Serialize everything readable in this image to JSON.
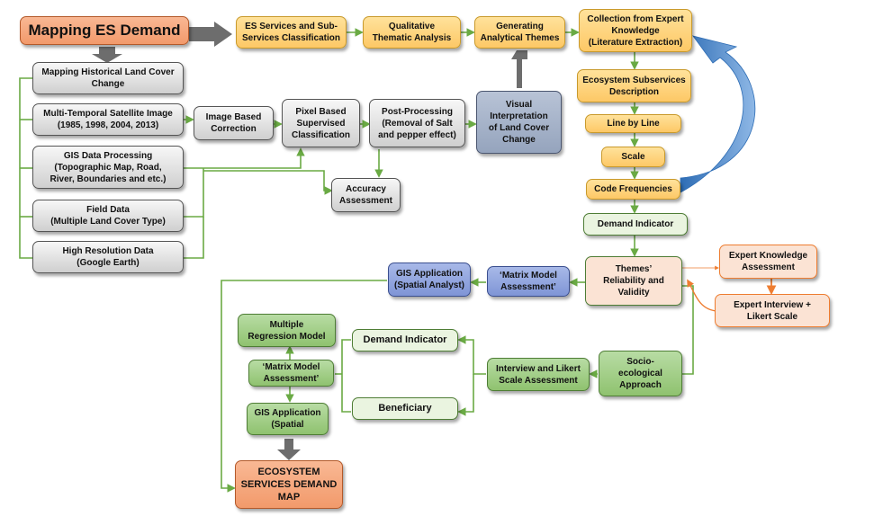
{
  "nodes": {
    "mapping_es_demand": "Mapping ES Demand",
    "es_services": "ES Services and Sub-\nServices Classification",
    "qualitative_analysis": "Qualitative\nThematic Analysis",
    "generating_themes": "Generating\nAnalytical Themes",
    "collection_expert": "Collection from Expert\nKnowledge\n(Literature Extraction)",
    "eco_subservices": "Ecosystem Subservices\nDescription",
    "line_by_line": "Line by Line",
    "scale": "Scale",
    "code_frequencies": "Code Frequencies",
    "demand_indicator_top": "Demand Indicator",
    "mapping_historical": "Mapping Historical Land Cover\nChange",
    "multi_temporal": "Multi-Temporal Satellite Image\n(1985, 1998, 2004, 2013)",
    "gis_data_processing": "GIS Data Processing\n(Topographic Map, Road,\nRiver, Boundaries and etc.)",
    "field_data": "Field Data\n(Multiple Land Cover Type)",
    "high_resolution": "High Resolution Data\n(Google Earth)",
    "image_based_correction": "Image Based\nCorrection",
    "pixel_based": "Pixel Based\nSupervised\nClassification",
    "post_processing": "Post-Processing\n(Removal of Salt\nand pepper effect)",
    "visual_interpretation": "Visual\nInterpretation\nof Land Cover\nChange",
    "accuracy_assessment": "Accuracy\nAssessment",
    "themes_reliability": "Themes’\nReliability and\nValidity",
    "expert_knowledge_assessment": "Expert Knowledge\nAssessment",
    "expert_interview": "Expert Interview +\nLikert Scale",
    "matrix_model_top": "‘Matrix Model\nAssessment’",
    "gis_application_top": "GIS Application\n(Spatial Analyst)",
    "socio_ecological": "Socio-\necological\nApproach",
    "interview_likert": "Interview and Likert\nScale Assessment",
    "demand_indicator_bottom": "Demand Indicator",
    "beneficiary": "Beneficiary",
    "multiple_regression": "Multiple\nRegression Model",
    "matrix_model_bottom": "‘Matrix Model\nAssessment’",
    "gis_application_bottom": "GIS Application\n(Spatial",
    "es_demand_map": "ECOSYSTEM\nSERVICES DEMAND\nMAP"
  },
  "colors": {
    "green_line": "#6aaa44",
    "gray_arrow": "#6d6d6d",
    "orange_line": "#ee7d31",
    "curved_arrow": "#4a86c8"
  }
}
